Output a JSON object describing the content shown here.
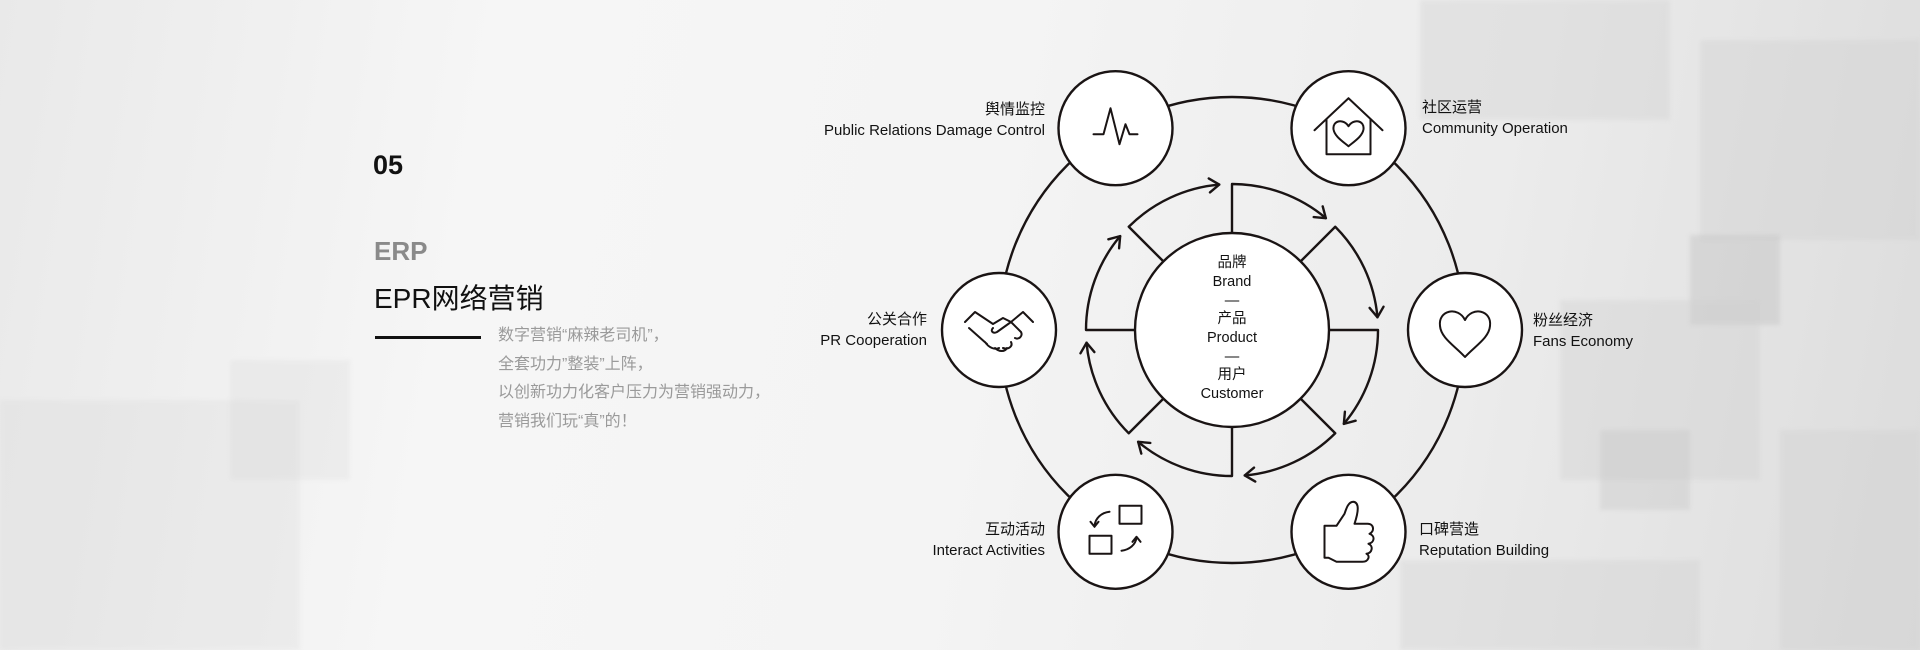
{
  "section_number": "05",
  "subtitle": "ERP",
  "title": "EPR网络营销",
  "description": [
    "数字营销“麻辣老司机”，",
    "全套功力”整装”上阵，",
    "以创新功力化客户压力为营销强动力，",
    "营销我们玩“真”的！"
  ],
  "center": {
    "brand_zh": "品牌",
    "brand_en": "Brand",
    "product_zh": "产品",
    "product_en": "Product",
    "customer_zh": "用户",
    "customer_en": "Customer",
    "separator": "—"
  },
  "nodes": [
    {
      "zh": "舆情监控",
      "en": "Public Relations Damage Control",
      "icon": "pulse-icon"
    },
    {
      "zh": "社区运营",
      "en": "Community Operation",
      "icon": "house-heart-icon"
    },
    {
      "zh": "粉丝经济",
      "en": "Fans Economy",
      "icon": "heart-icon"
    },
    {
      "zh": "口碑营造",
      "en": "Reputation Building",
      "icon": "thumbs-up-icon"
    },
    {
      "zh": "互动活动",
      "en": "Interact Activities",
      "icon": "exchange-icon"
    },
    {
      "zh": "公关合作",
      "en": "PR Cooperation",
      "icon": "handshake-icon"
    }
  ],
  "colors": {
    "stroke": "#1a1414",
    "muted": "#9a9a9a"
  }
}
